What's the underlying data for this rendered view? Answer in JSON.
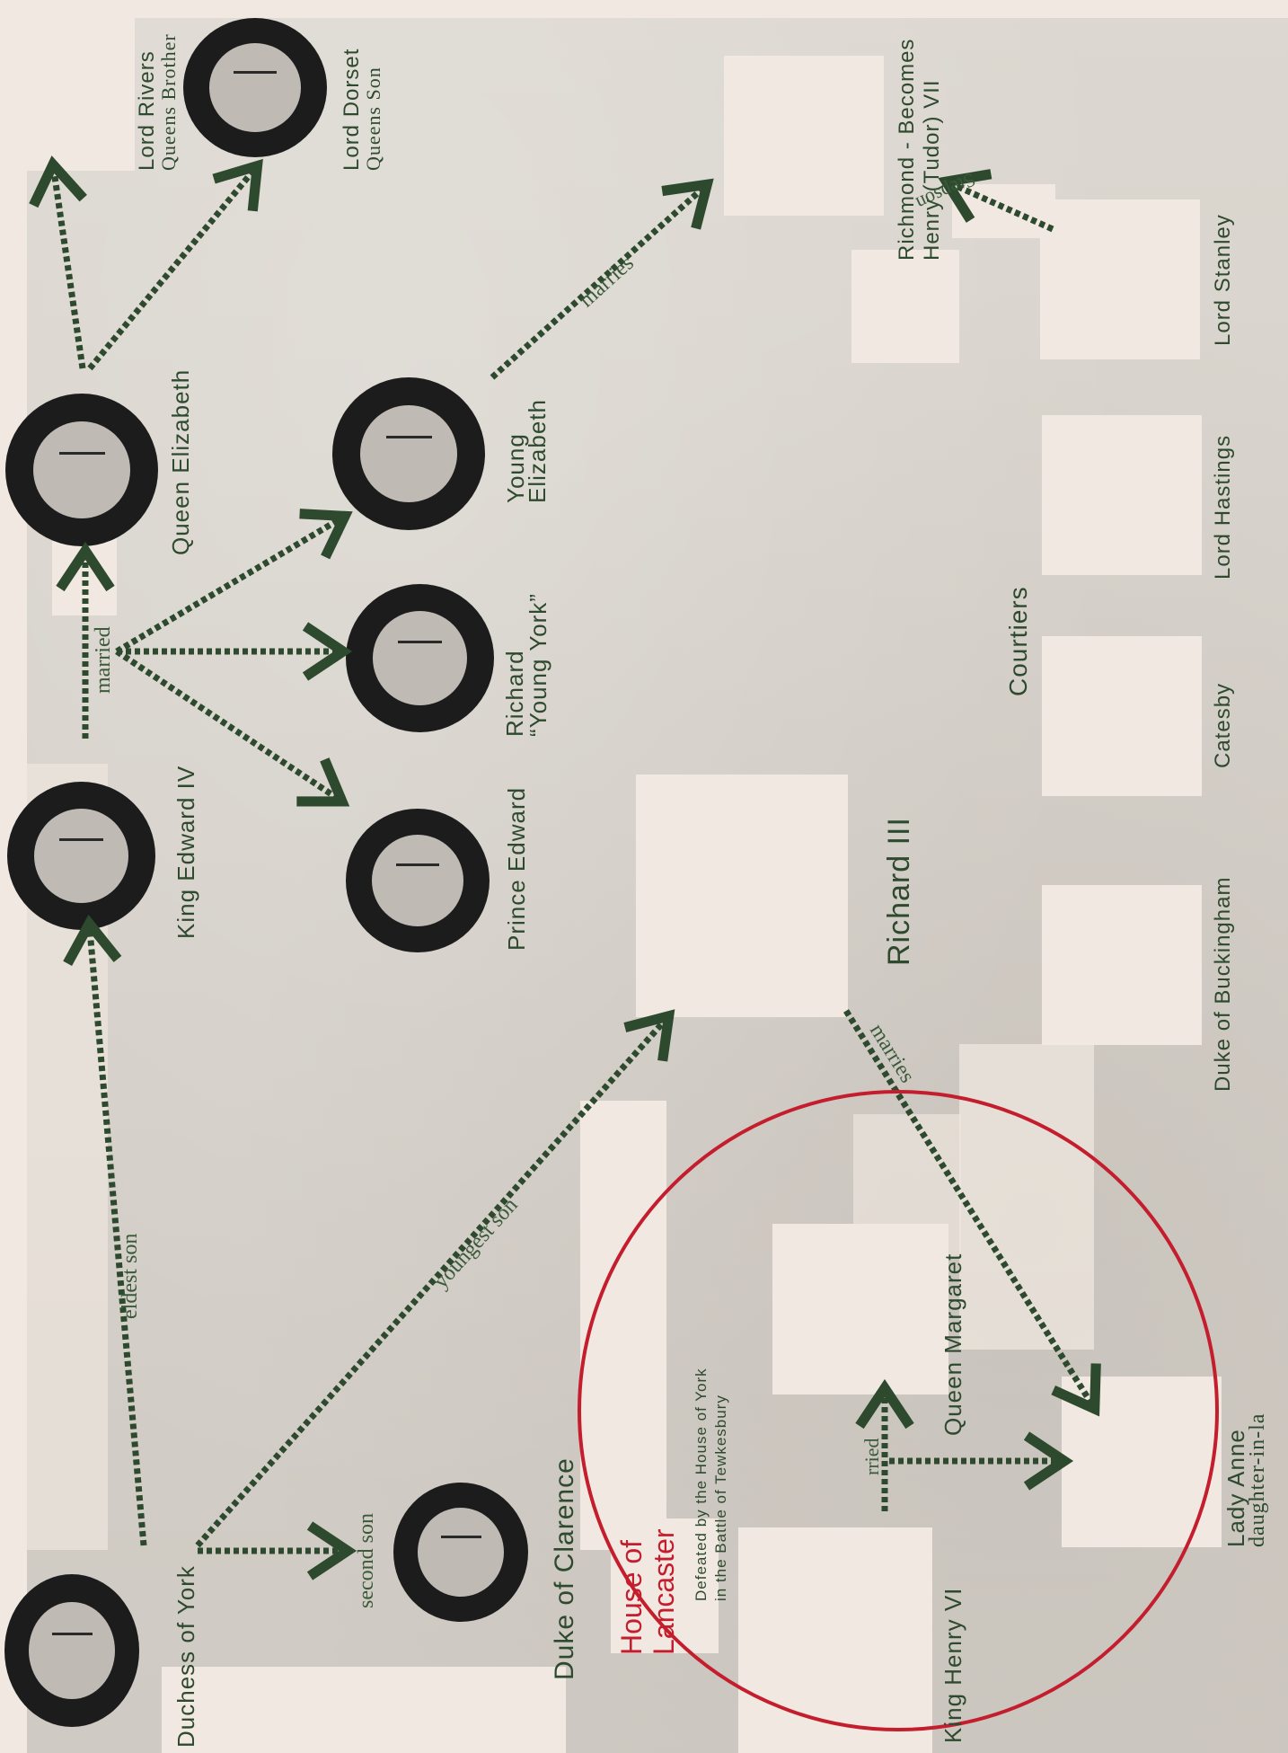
{
  "people": {
    "duchess_of_york": "Duchess of York",
    "king_edward_iv": "King Edward IV",
    "queen_elizabeth": "Queen Elizabeth",
    "lord_rivers": "Lord Rivers",
    "lord_rivers_sub": "Queens Brother",
    "lord_dorset": "Lord Dorset",
    "lord_dorset_sub": "Queens Son",
    "prince_edward": "Prince Edward",
    "richard_young_york_1": "Richard",
    "richard_young_york_2": "“Young York”",
    "young_elizabeth_1": "Young",
    "young_elizabeth_2": "Elizabeth",
    "duke_of_clarence": "Duke of Clarence",
    "richard_iii": "Richard III",
    "richmond_1": "Richmond - Becomes",
    "richmond_2": "Henry (Tudor) VII",
    "lord_stanley": "Lord Stanley",
    "lord_hastings": "Lord Hastings",
    "catesby": "Catesby",
    "duke_of_buckingham": "Duke of Buckingham",
    "courtiers": "Courtiers",
    "queen_margaret": "Queen Margaret",
    "king_henry_vi": "King Henry VI",
    "lady_anne": "Lady Anne",
    "lady_anne_sub": "daughter-in-la"
  },
  "lancaster": {
    "title_1": "House of",
    "title_2": "Lancaster",
    "sub_1": "Defeated by the House of York",
    "sub_2": "in the Battle of Tewkesbury"
  },
  "relations": {
    "eldest_son": "eldest son",
    "second_son": "second son",
    "youngest_son": "youngest son",
    "married": "married",
    "marries_elizabeth": "marries",
    "marries_anne": "marries",
    "married_henry": "rried",
    "stepson": "Stepson"
  },
  "colors": {
    "arrow": "#2e4a2e",
    "label": "#2e4a2e",
    "lancaster": "#c41e2e",
    "panel": "#f1e9e1",
    "background": "#d7d2cb"
  }
}
